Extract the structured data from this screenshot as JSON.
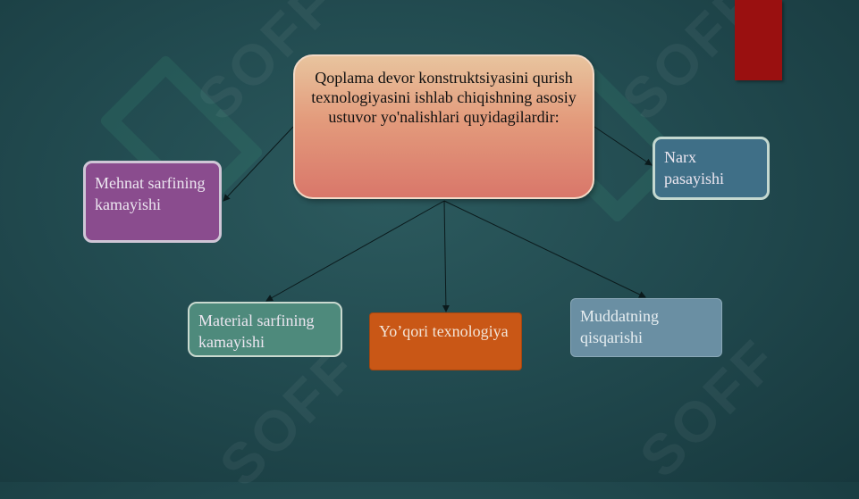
{
  "diagram": {
    "center": {
      "text": "Qoplama devor konstruktsiyasini qurish texnologiyasini ishlab chiqishning asosiy ustuvor yo'nalishlari quyidagilardir:"
    },
    "nodes": {
      "mehnat": "Mehnat sarfining kamayishi",
      "narx": "Narx pasayishi",
      "material": "Material sarfining kamayishi",
      "yoqori": "Yo’qori texnologiya",
      "muddat": "Muddatning qisqarishi"
    }
  },
  "watermark": {
    "text": "SOFF"
  },
  "colors": {
    "center_fill": "#e39b7c",
    "mehnat": "#8a4c8e",
    "narx": "#3f6f87",
    "material": "#4e8a7c",
    "yoqori": "#c95716",
    "muddat": "#6a8fa3",
    "accent_red": "#9a1010"
  }
}
